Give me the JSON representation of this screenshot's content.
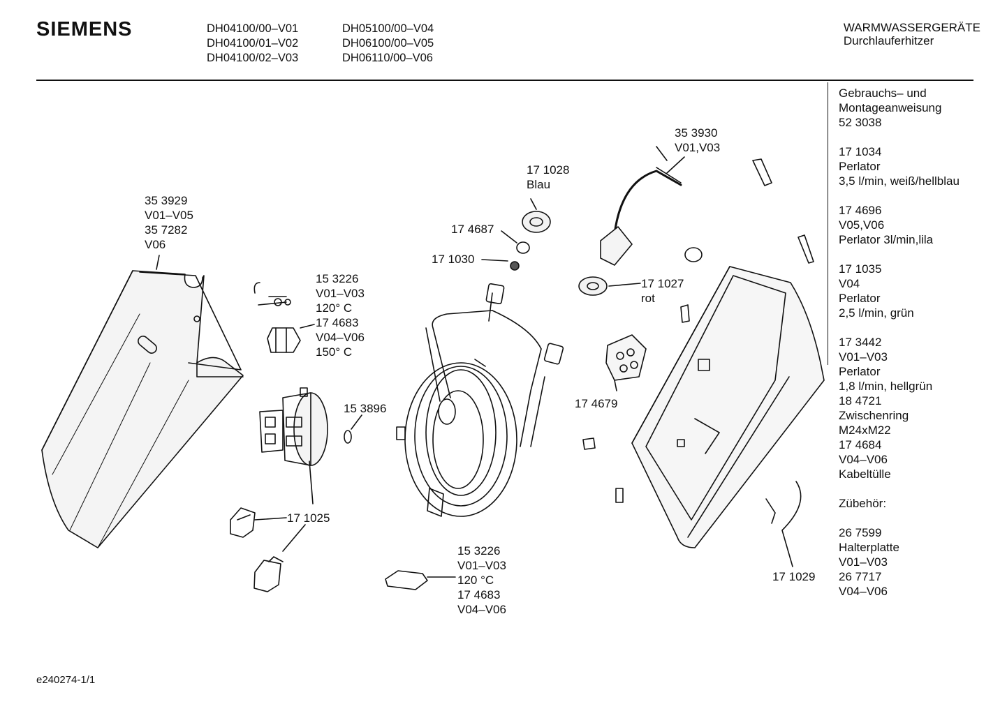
{
  "header": {
    "brand": "SIEMENS",
    "models_col1": [
      "DH04100/00–V01",
      "DH04100/01–V02",
      "DH04100/02–V03"
    ],
    "models_col2": [
      "DH05100/00–V04",
      "DH06100/00–V05",
      "DH06110/00–V06"
    ],
    "category": "WARMWASSERGERÄTE",
    "subcategory": "Durchlauferhitzer"
  },
  "legend": [
    [
      "Gebrauchs– und",
      "Montageanweisung",
      "52 3038"
    ],
    [
      "17 1034",
      "Perlator",
      "3,5 l/min, weiß/hellblau"
    ],
    [
      "17 4696",
      "V05,V06",
      "Perlator 3l/min,lila"
    ],
    [
      "17 1035",
      "V04",
      "Perlator",
      "2,5 l/min, grün"
    ],
    [
      "17 3442",
      "V01–V03",
      "Perlator",
      "1,8 l/min, hellgrün",
      "18 4721",
      "Zwischenring",
      "M24xM22",
      "17 4684",
      "V04–V06",
      "Kabeltülle"
    ],
    [
      "Zübehör:"
    ],
    [
      "26 7599",
      "Halterplatte",
      "V01–V03",
      "26 7717",
      "V04–V06"
    ]
  ],
  "callouts": {
    "cover": [
      "35 3929",
      "V01–V05",
      "35 7282",
      "V06"
    ],
    "thermostat_top": [
      "15 3226",
      "V01–V03",
      "120° C",
      "17 4683",
      "V04–V06",
      "150° C"
    ],
    "gasket_blue": [
      "17 1028",
      "Blau"
    ],
    "ring": [
      "17 4687"
    ],
    "screen": [
      "17 1030"
    ],
    "cable": [
      "35 3930",
      "V01,V03"
    ],
    "gasket_red": [
      "17 1027",
      "rot"
    ],
    "oring": [
      "15 3896"
    ],
    "terminal": [
      "17 4679"
    ],
    "switch": [
      "17 1025"
    ],
    "thermostat_bottom": [
      "15 3226",
      "V01–V03",
      "120 °C",
      "17 4683",
      "V04–V06"
    ],
    "wire": [
      "17 1029"
    ]
  },
  "footer": {
    "code": "e240274-1/1"
  }
}
